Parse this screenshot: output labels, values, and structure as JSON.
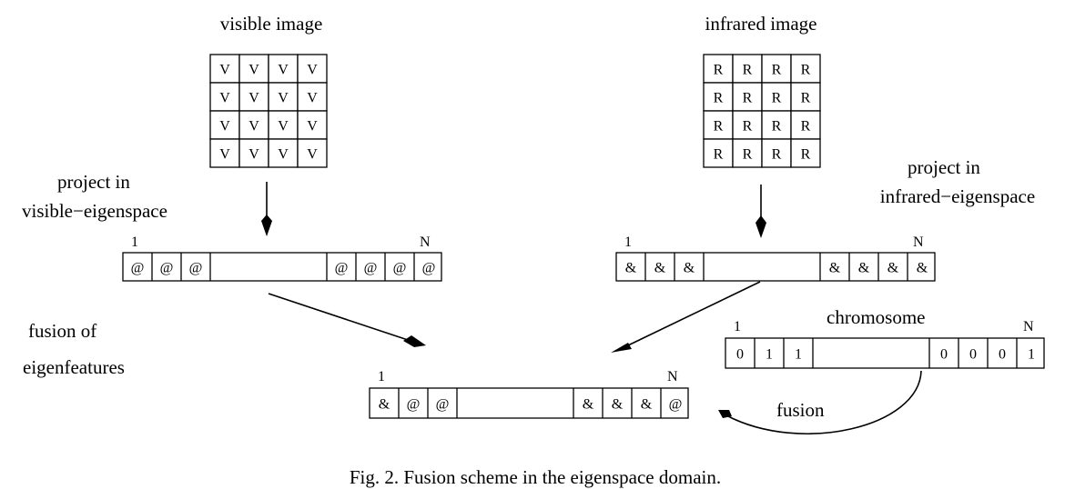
{
  "labels": {
    "visible_image": "visible image",
    "infrared_image": "infrared image",
    "project_visible_1": "project in",
    "project_visible_2": "visible−eigenspace",
    "project_infrared_1": "project in",
    "project_infrared_2": "infrared−eigenspace",
    "fusion_of_1": "fusion of",
    "fusion_of_2": "eigenfeatures",
    "chromosome": "chromosome",
    "fusion": "fusion",
    "index_start": "1",
    "index_end": "N"
  },
  "visible_grid": [
    [
      "V",
      "V",
      "V",
      "V"
    ],
    [
      "V",
      "V",
      "V",
      "V"
    ],
    [
      "V",
      "V",
      "V",
      "V"
    ],
    [
      "V",
      "V",
      "V",
      "V"
    ]
  ],
  "infrared_grid": [
    [
      "R",
      "R",
      "R",
      "R"
    ],
    [
      "R",
      "R",
      "R",
      "R"
    ],
    [
      "R",
      "R",
      "R",
      "R"
    ],
    [
      "R",
      "R",
      "R",
      "R"
    ]
  ],
  "vectors": {
    "visible": {
      "left": [
        "@",
        "@",
        "@"
      ],
      "right": [
        "@",
        "@",
        "@",
        "@"
      ]
    },
    "infrared": {
      "left": [
        "&",
        "&",
        "&"
      ],
      "right": [
        "&",
        "&",
        "&",
        "&"
      ]
    },
    "chromosome": {
      "left": [
        "0",
        "1",
        "1"
      ],
      "right": [
        "0",
        "0",
        "0",
        "1"
      ]
    },
    "fused": {
      "left": [
        "&",
        "@",
        "@"
      ],
      "right": [
        "&",
        "&",
        "&",
        "@"
      ]
    }
  },
  "caption": "Fig. 2. Fusion scheme in the eigenspace domain."
}
